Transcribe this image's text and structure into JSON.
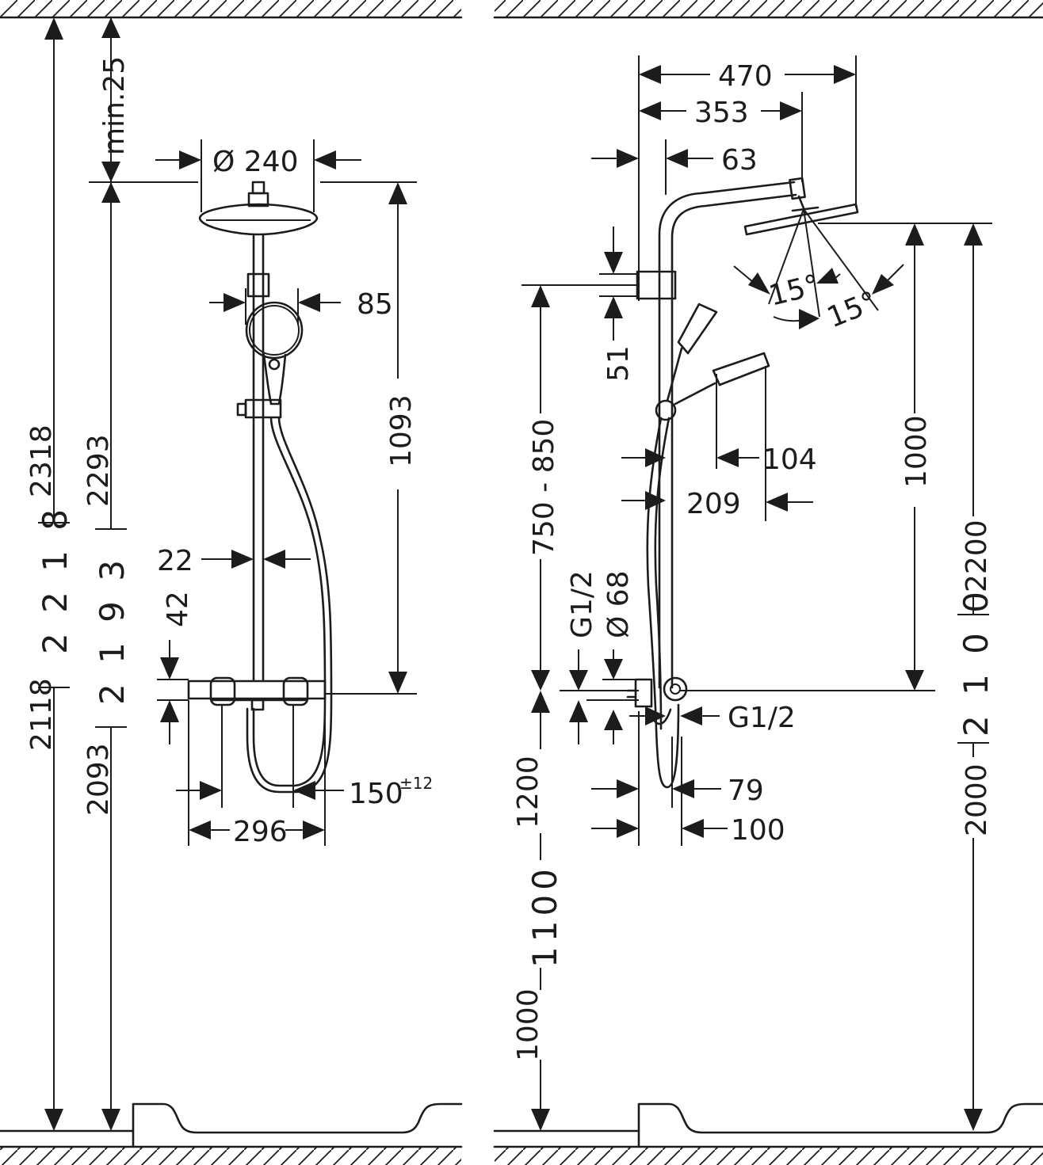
{
  "front_view": {
    "dims": {
      "d2318": "2318",
      "d2218": "2 2 1 8",
      "d2118": "2118",
      "min25": "min.25",
      "d2293": "2293",
      "d2193": "2 1 9 3",
      "d2093": "2093",
      "d240": "Ø 240",
      "d85": "85",
      "d1093": "1093",
      "d22": "22",
      "d42": "42",
      "d296": "296",
      "d150": "150",
      "d150_tol": "±12"
    }
  },
  "side_view": {
    "dims": {
      "d470": "470",
      "d353": "353",
      "d63": "63",
      "angle1": "15°",
      "angle2": "15°",
      "d51": "51",
      "d104": "104",
      "d209": "209",
      "d750_850": "750 - 850",
      "thread1": "G1/2",
      "d68": "Ø 68",
      "thread2": "G1/2",
      "d1200": "1200",
      "d1100": "1100",
      "d1000_left": "1000",
      "d79": "79",
      "d100": "100",
      "d1000_right": "1000",
      "d2200": "2200",
      "d2100": "2 1 0 0",
      "d2000": "2000"
    }
  },
  "colors": {
    "line": "#1c1c1c",
    "background": "#ffffff"
  }
}
